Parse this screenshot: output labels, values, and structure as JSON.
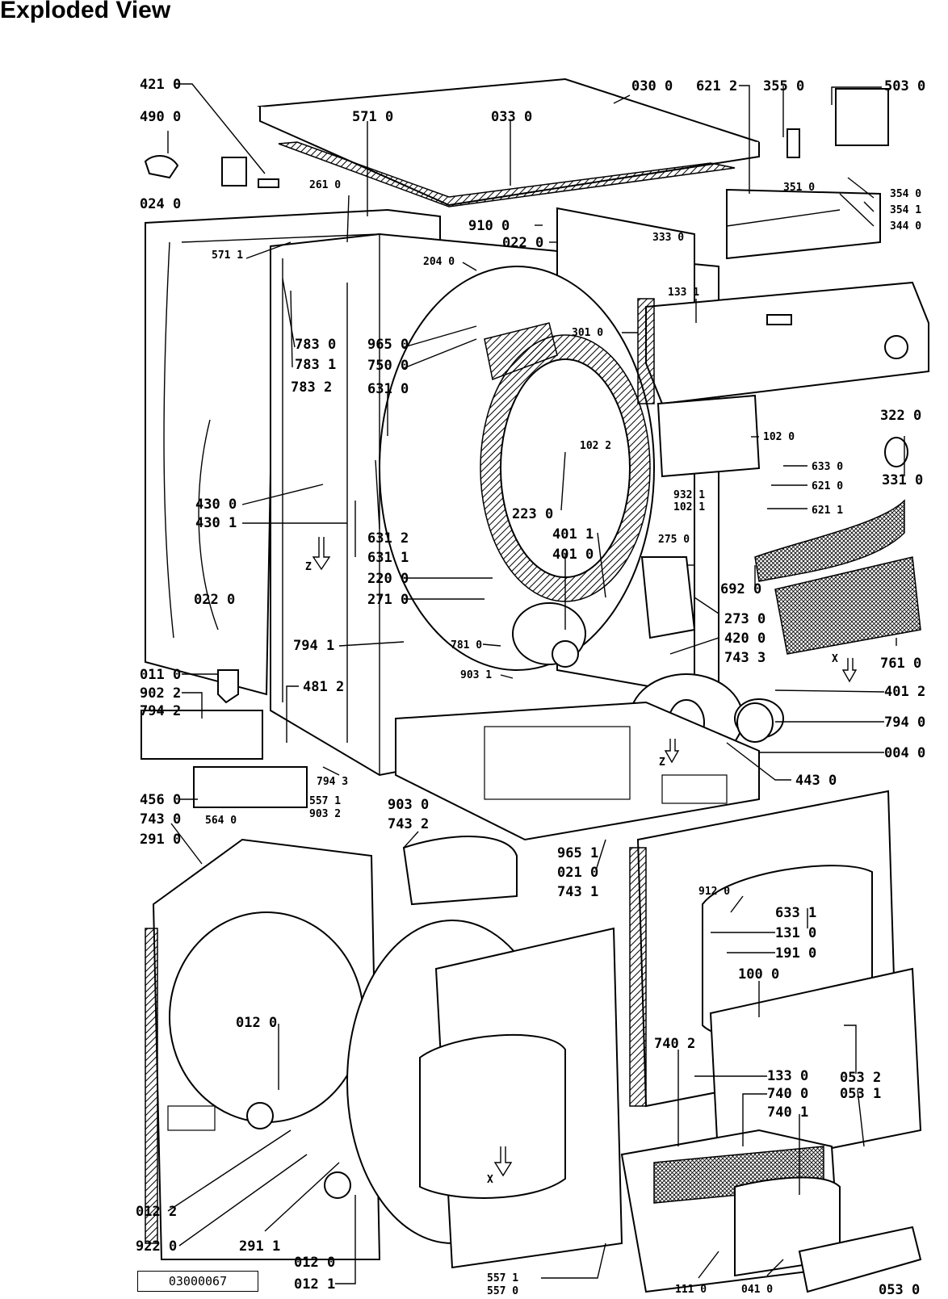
{
  "title": "Exploded View",
  "drawing_number": "03000067",
  "direction_markers": [
    "Z",
    "Z",
    "X",
    "X"
  ],
  "part_labels": [
    "421 0",
    "490 0",
    "024 0",
    "261 0",
    "571 0",
    "033 0",
    "030 0",
    "621 2",
    "355 0",
    "503 0",
    "571 1",
    "910 0",
    "022 0",
    "204 0",
    "351 0",
    "354 0",
    "354 1",
    "344 0",
    "333 0",
    "133 1",
    "783 0",
    "783 1",
    "783 2",
    "965 0",
    "750 0",
    "631 0",
    "301 0",
    "322 0",
    "102 2",
    "102 0",
    "331 0",
    "633 0",
    "621 0",
    "621 1",
    "932 1",
    "102 1",
    "430 0",
    "430 1",
    "631 2",
    "631 1",
    "223 0",
    "401 1",
    "401 0",
    "275 0",
    "692 0",
    "022 0",
    "220 0",
    "271 0",
    "273 0",
    "420 0",
    "761 0",
    "743 3",
    "794 1",
    "781 0",
    "903 1",
    "401 2",
    "011 0",
    "902 2",
    "481 2",
    "794 2",
    "794 0",
    "004 0",
    "443 0",
    "794 3",
    "456 0",
    "557 1",
    "903 2",
    "903 0",
    "743 0",
    "564 0",
    "743 2",
    "291 0",
    "965 1",
    "021 0",
    "743 1",
    "912 0",
    "633 1",
    "131 0",
    "191 0",
    "100 0",
    "012 0",
    "740 2",
    "053 2",
    "053 1",
    "133 0",
    "740 0",
    "740 1",
    "012 2",
    "922 0",
    "291 1",
    "012 0",
    "012 1",
    "557 1",
    "557 0",
    "111 0",
    "041 0",
    "053 0"
  ]
}
